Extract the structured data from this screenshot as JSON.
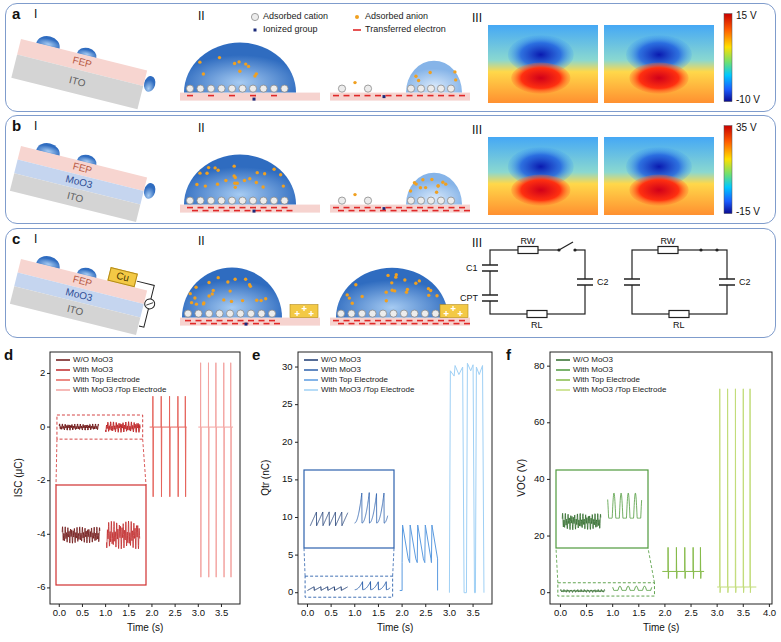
{
  "diagram": {
    "nodes": [
      {
        "text": [
          "a",
          "I",
          "II",
          "III"
        ]
      },
      {
        "text": [
          "FEP"
        ],
        "in": 0
      },
      {
        "text": [
          "ITO"
        ],
        "in": 0
      },
      {
        "text": [
          "b",
          "I",
          "II",
          "III"
        ]
      },
      {
        "text": [
          "FEP"
        ],
        "in": 3
      },
      {
        "text": [
          "MoO3"
        ],
        "in": 3
      },
      {
        "text": [
          "ITO"
        ],
        "in": 3
      },
      {
        "text": [
          "c",
          "I",
          "II",
          "III"
        ]
      },
      {
        "text": [
          "FEP"
        ],
        "in": 7
      },
      {
        "text": [
          "MoO3"
        ],
        "in": 7
      },
      {
        "text": [
          "ITO"
        ],
        "in": 7
      },
      {
        "text": [
          "Cu"
        ],
        "in": 7
      }
    ],
    "labels": [
      "15 V",
      "-10 V",
      "35 V",
      "-15 V",
      "RW",
      "C1",
      "CPT",
      "C2",
      "RL",
      "RW",
      "C2",
      "RL",
      "d",
      "-6",
      "-4",
      "-2",
      "0",
      "2",
      "ISC (μC)",
      "0.0",
      "0.5",
      "1.0",
      "1.5",
      "2.0",
      "2.5",
      "3.0",
      "3.5",
      "Time (s)",
      "e",
      "0",
      "5",
      "10",
      "15",
      "20",
      "25",
      "30",
      "Qtr (nC)",
      "0.0",
      "0.5",
      "1.0",
      "1.5",
      "2.0",
      "2.5",
      "3.0",
      "3.5",
      "Time (s)",
      "f",
      "0",
      "20",
      "40",
      "60",
      "80",
      "VOC (V)",
      "0.0",
      "0.5",
      "1.0",
      "1.5",
      "2.0",
      "2.5",
      "3.0",
      "3.5",
      "4.0",
      "Time (s)"
    ],
    "legend": [
      {
        "text": "Adsorbed cation"
      },
      {
        "text": "Adsorbed anion"
      },
      {
        "text": "Ionized group"
      },
      {
        "text": "Transferred electron"
      },
      {
        "text": "W/O MoO3"
      },
      {
        "text": "With MoO3"
      },
      {
        "text": "With Top Electrode"
      },
      {
        "text": "With MoO3 /Top Electrode"
      },
      {
        "text": "W/O MoO3"
      },
      {
        "text": "With MoO3"
      },
      {
        "text": "With Top Electrode"
      },
      {
        "text": "With MoO3 /Top Electrode"
      },
      {
        "text": "W/O MoO3"
      },
      {
        "text": "With MoO3"
      },
      {
        "text": "With Top Electrode"
      },
      {
        "text": "With MoO3 /Top Electrode"
      }
    ]
  }
}
